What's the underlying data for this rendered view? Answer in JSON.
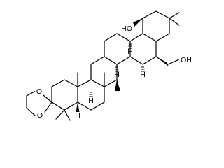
{
  "structure": {
    "labels": {
      "hydroxyl_ring": "HO",
      "hydroxyl_chain": "OH",
      "ketal_oxygen_top": "O",
      "ketal_oxygen_bottom": "O",
      "h_ring_ab": "H",
      "h_ring_bc": "H",
      "h_ring_de_top": "H",
      "h_ring_de_bottom": "H",
      "h_ring_a": "H"
    }
  }
}
